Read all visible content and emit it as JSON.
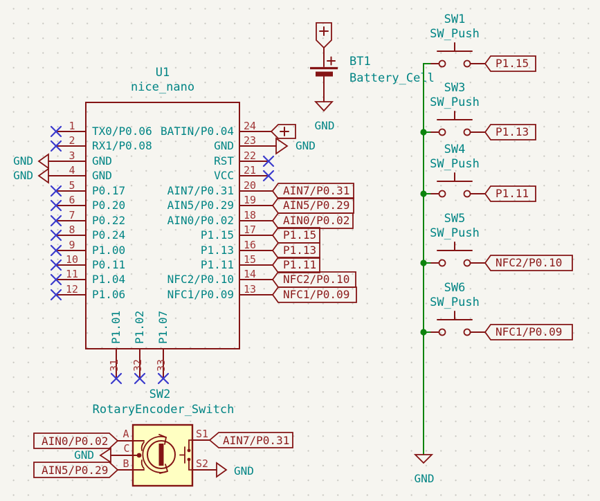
{
  "editor": {
    "background_color": "#F6F5F0",
    "grid_dot_color": "#C9C8C2"
  },
  "colors": {
    "symbol_outline": "#841414",
    "pin_number": "#A03535",
    "reference_text": "#008484",
    "wire_green": "#0D840D",
    "no_connect_blue": "#3A3ACC",
    "symbol_fill_yellow": "#FFFFC2"
  },
  "icons": {
    "no_connect": "x-cross-icon",
    "junction": "filled-dot-icon",
    "gnd_arrow": "triangle-arrow-icon",
    "plus_power": "plus-pentagon-icon"
  },
  "u1": {
    "reference": "U1",
    "value": "nice_nano",
    "left_pins": [
      {
        "num": "1",
        "name": "TX0/P0.06"
      },
      {
        "num": "2",
        "name": "RX1/P0.08"
      },
      {
        "num": "3",
        "name": "GND"
      },
      {
        "num": "4",
        "name": "GND"
      },
      {
        "num": "5",
        "name": "P0.17"
      },
      {
        "num": "6",
        "name": "P0.20"
      },
      {
        "num": "7",
        "name": "P0.22"
      },
      {
        "num": "8",
        "name": "P0.24"
      },
      {
        "num": "9",
        "name": "P1.00"
      },
      {
        "num": "10",
        "name": "P0.11"
      },
      {
        "num": "11",
        "name": "P1.04"
      },
      {
        "num": "12",
        "name": "P1.06"
      }
    ],
    "right_pins": [
      {
        "num": "24",
        "name": "BATIN/P0.04"
      },
      {
        "num": "23",
        "name": "GND"
      },
      {
        "num": "22",
        "name": "RST"
      },
      {
        "num": "21",
        "name": "VCC"
      },
      {
        "num": "20",
        "name": "AIN7/P0.31"
      },
      {
        "num": "19",
        "name": "AIN5/P0.29"
      },
      {
        "num": "18",
        "name": "AIN0/P0.02"
      },
      {
        "num": "17",
        "name": "P1.15"
      },
      {
        "num": "16",
        "name": "P1.13"
      },
      {
        "num": "15",
        "name": "P1.11"
      },
      {
        "num": "14",
        "name": "NFC2/P0.10"
      },
      {
        "num": "13",
        "name": "NFC1/P0.09"
      }
    ],
    "bottom_pins": [
      {
        "num": "31",
        "name": "P1.01"
      },
      {
        "num": "32",
        "name": "P1.02"
      },
      {
        "num": "33",
        "name": "P1.07"
      }
    ],
    "left_gnd_labels": [
      "GND",
      "GND"
    ],
    "pin23_gnd_label": "GND",
    "plus_symbol": "+"
  },
  "net_labels": {
    "ain7": "AIN7/P0.31",
    "ain5": "AIN5/P0.29",
    "ain0": "AIN0/P0.02",
    "p115": "P1.15",
    "p113": "P1.13",
    "p111": "P1.11",
    "nfc2": "NFC2/P0.10",
    "nfc1": "NFC1/P0.09"
  },
  "battery": {
    "reference": "BT1",
    "value": "Battery_Cell",
    "plus_symbol": "+",
    "gnd_label": "GND"
  },
  "switches": [
    {
      "ref": "SW1",
      "value": "SW_Push",
      "label": "P1.15"
    },
    {
      "ref": "SW3",
      "value": "SW_Push",
      "label": "P1.13"
    },
    {
      "ref": "SW4",
      "value": "SW_Push",
      "label": "P1.11"
    },
    {
      "ref": "SW5",
      "value": "SW_Push",
      "label": "NFC2/P0.10"
    },
    {
      "ref": "SW6",
      "value": "SW_Push",
      "label": "NFC1/P0.09"
    }
  ],
  "rail_gnd_label": "GND",
  "sw2": {
    "reference": "SW2",
    "value": "RotaryEncoder_Switch",
    "pin_a": "A",
    "pin_b": "B",
    "pin_c": "C",
    "pin_s1": "S1",
    "pin_s2": "S2",
    "label_a": "AIN0/P0.02",
    "label_b": "AIN5/P0.29",
    "label_c": "GND",
    "label_s1": "AIN7/P0.31",
    "label_s2": "GND"
  }
}
